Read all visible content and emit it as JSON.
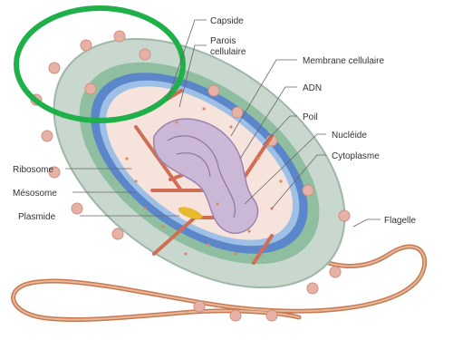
{
  "labels": {
    "capside": "Capside",
    "parois_line1": "Parois",
    "parois_line2": "cellulaire",
    "membrane": "Membrane cellulaire",
    "adn": "ADN",
    "poil": "Poil",
    "nucleide": "Nucléide",
    "cytoplasme": "Cytoplasme",
    "ribosome": "Ribosome",
    "mesosome": "Mésosome",
    "plasmide": "Plasmide",
    "flagelle": "Flagelle"
  },
  "colors": {
    "highlight_ring": "#1fb04a",
    "capsule": "#c9d8cf",
    "cell_wall": "#8fbfa0",
    "membrane": "#5b86c9",
    "cytoplasm": "#f6e3dc",
    "nucleoid": "#b7a3c4",
    "pili": "#d98a6a",
    "flagellum": "#c77a52",
    "plasmid": "#e8b92c"
  }
}
